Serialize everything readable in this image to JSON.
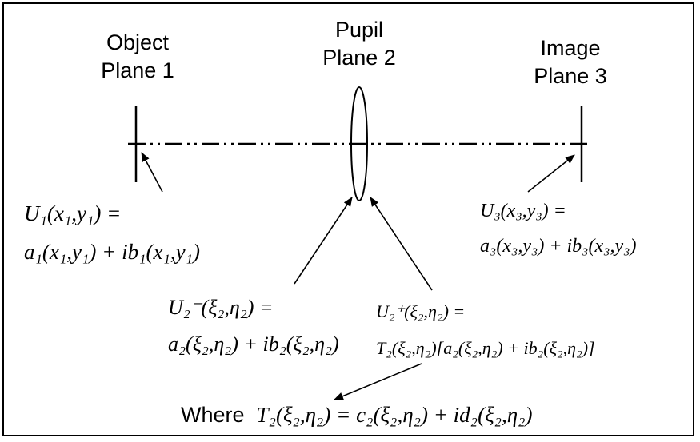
{
  "labels": {
    "object_plane": [
      "Object",
      "Plane 1"
    ],
    "pupil_plane": [
      "Pupil",
      "Plane 2"
    ],
    "image_plane": [
      "Image",
      "Plane 3"
    ]
  },
  "equations": {
    "u1_line1": "U₁(x₁,y₁) =",
    "u1_line2": "a₁(x₁,y₁) + ib₁(x₁,y₁)",
    "u3_line1": "U₃(x₃,y₃) =",
    "u3_line2": "a₃(x₃,y₃) + ib₃(x₃,y₃)",
    "u2minus_line1": "U₂⁻(ξ₂,η₂) =",
    "u2minus_line2": "a₂(ξ₂,η₂) + ib₂(ξ₂,η₂)",
    "u2plus_line1": "U₂⁺(ξ₂,η₂) =",
    "u2plus_line2": "T₂(ξ₂,η₂)[a₂(ξ₂,η₂) + ib₂(ξ₂,η₂)]"
  },
  "where": {
    "word": "Where",
    "equation": "T₂(ξ₂,η₂) = c₂(ξ₂,η₂) + id₂(ξ₂,η₂)"
  }
}
